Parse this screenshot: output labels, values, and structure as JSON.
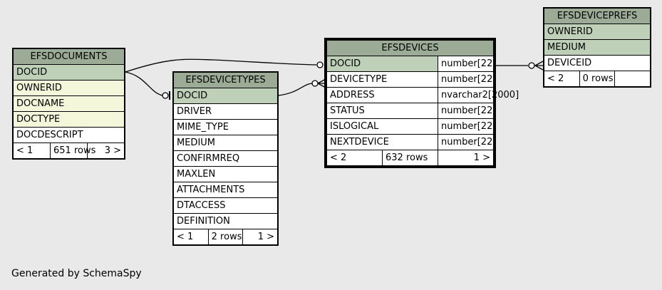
{
  "caption": "Generated by SchemaSpy",
  "tables": {
    "efsdocuments": {
      "name": "EFSDOCUMENTS",
      "columns": [
        "DOCID",
        "OWNERID",
        "DOCNAME",
        "DOCTYPE",
        "DOCDESCRIPT"
      ],
      "footer": {
        "children": "< 1",
        "rows": "651 rows",
        "parents": "3 >"
      }
    },
    "efsdevicetypes": {
      "name": "EFSDEVICETYPES",
      "columns": [
        "DOCID",
        "DRIVER",
        "MIME_TYPE",
        "MEDIUM",
        "CONFIRMREQ",
        "MAXLEN",
        "ATTACHMENTS",
        "DTACCESS",
        "DEFINITION"
      ],
      "footer": {
        "children": "< 1",
        "rows": "2 rows",
        "parents": "1 >"
      }
    },
    "efsdevices": {
      "name": "EFSDEVICES",
      "columns": [
        {
          "name": "DOCID",
          "type": "number[22]"
        },
        {
          "name": "DEVICETYPE",
          "type": "number[22]"
        },
        {
          "name": "ADDRESS",
          "type": "nvarchar2[2000]"
        },
        {
          "name": "STATUS",
          "type": "number[22]"
        },
        {
          "name": "ISLOGICAL",
          "type": "number[22]"
        },
        {
          "name": "NEXTDEVICE",
          "type": "number[22]"
        }
      ],
      "footer": {
        "children": "< 2",
        "rows": "632 rows",
        "parents": "1 >"
      }
    },
    "efsdeviceprefs": {
      "name": "EFSDEVICEPREFS",
      "columns": [
        "OWNERID",
        "MEDIUM",
        "DEVICEID"
      ],
      "footer": {
        "children": "< 2",
        "rows": "0 rows",
        "parents": ""
      }
    }
  },
  "colors": {
    "header": "#9bab96",
    "primary_key": "#bed1b8",
    "indexed": "#f4f7da",
    "background": "#e9e9e9"
  }
}
